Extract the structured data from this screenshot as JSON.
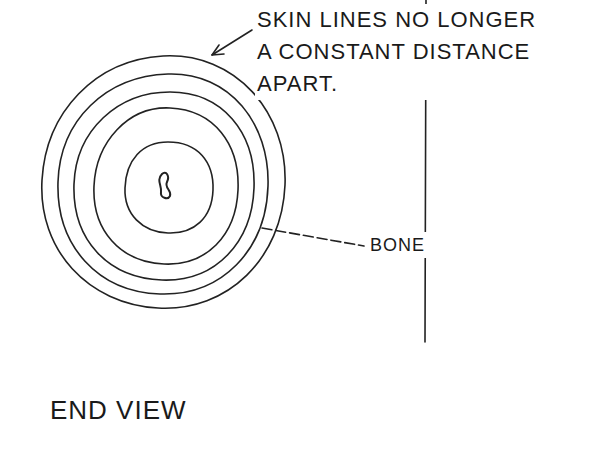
{
  "diagram": {
    "labels": [
      "SKIN LINES NO LONGER A CONSTANT DISTANCE APART.",
      "BONE",
      "END VIEW"
    ]
  }
}
